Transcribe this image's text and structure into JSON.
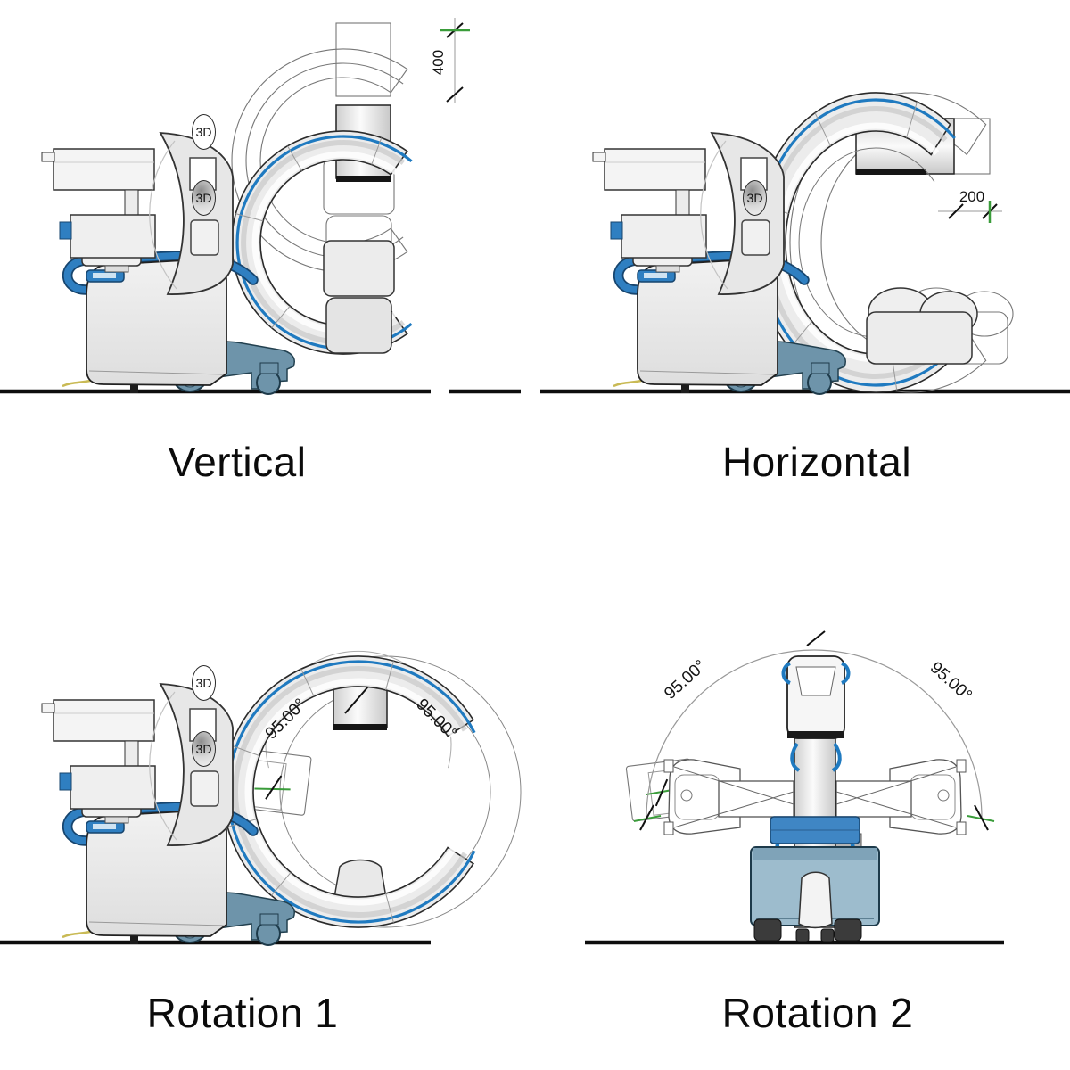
{
  "panels": [
    {
      "key": "vertical",
      "caption": "Vertical",
      "dimension_label": "400"
    },
    {
      "key": "horizontal",
      "caption": "Horizontal",
      "dimension_label": "200"
    },
    {
      "key": "rotation-1",
      "caption": "Rotation 1",
      "angle_labels": [
        "95.00°",
        "95.00°"
      ]
    },
    {
      "key": "rotation-2",
      "caption": "Rotation 2",
      "angle_labels": [
        "95.00°",
        "95.00°"
      ]
    }
  ],
  "badge_label": "3D",
  "colors": {
    "accent_blue": "#2f7fc1",
    "rail_blue": "#1f7ac0",
    "chassis_blue": "#6e94aa",
    "base_blue": "#9dbccd",
    "tick_green": "#3a9c3a",
    "cable_yellow": "#d9c95c",
    "ghost_line": "#777777",
    "ground": "#0d0d0d"
  }
}
